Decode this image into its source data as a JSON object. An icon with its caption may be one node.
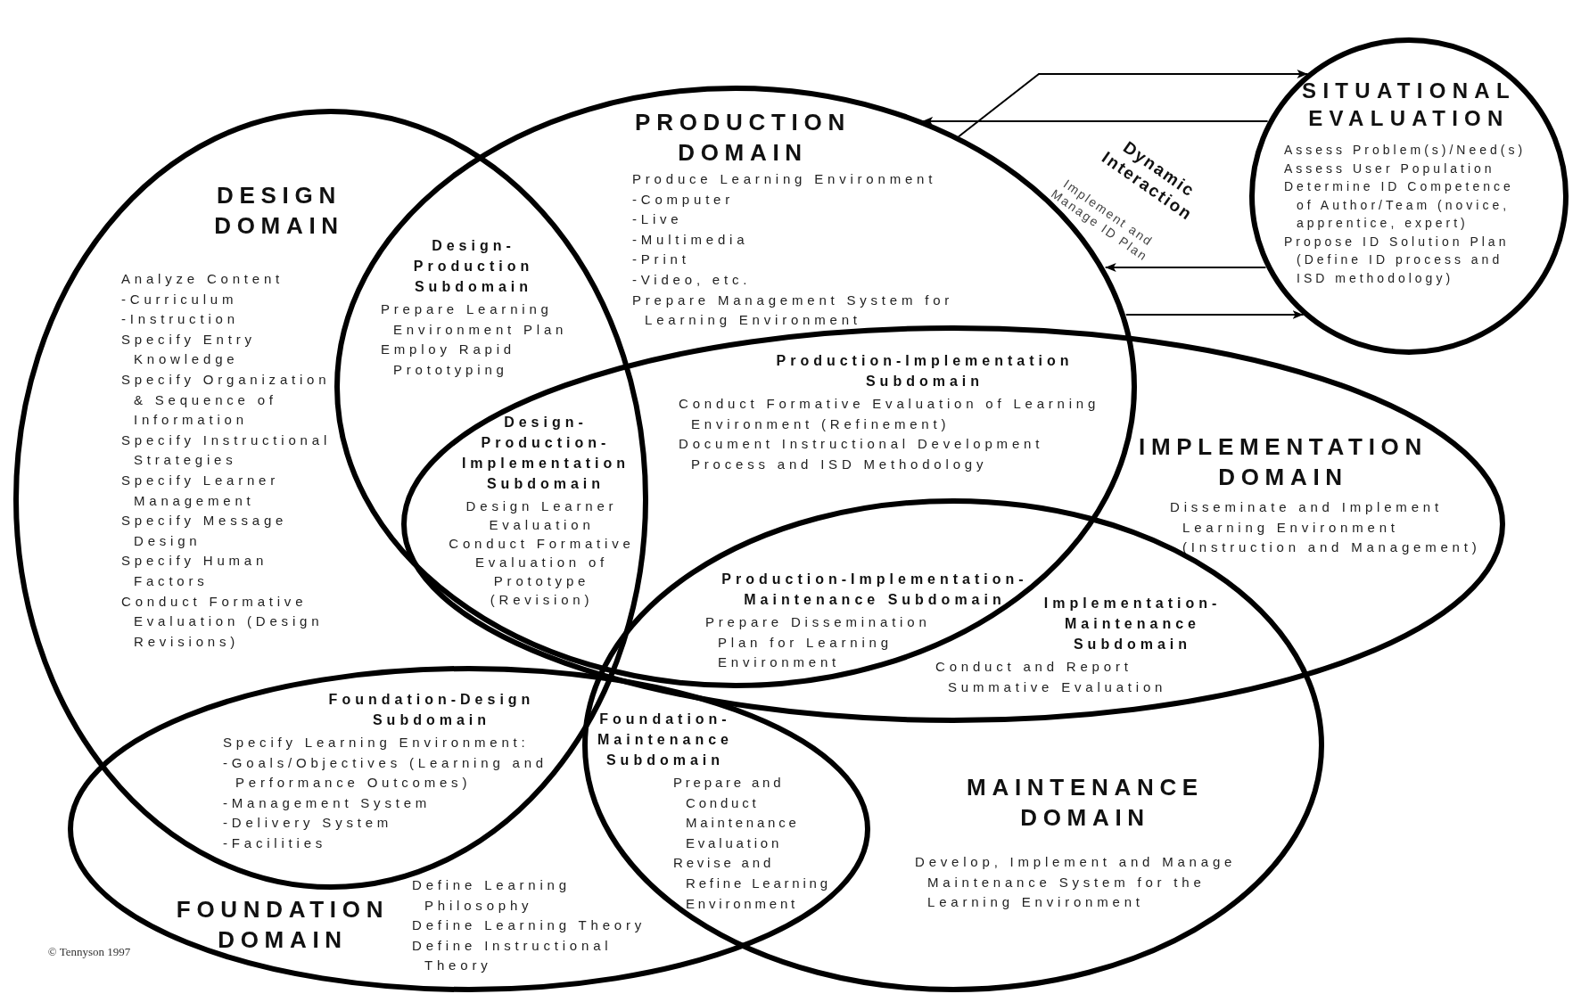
{
  "diagram": {
    "nodes": [
      {
        "text": [
          "SITUATIONAL EVALUATION",
          "Assess Problem(s)/Need(s)",
          "Assess User Population",
          "Determine ID Competence of Author/Team (novice, apprentice, expert)",
          "Propose ID Solution Plan (Define ID process and ISD methodology)"
        ]
      },
      {
        "text": [
          "PRODUCTION DOMAIN",
          "Produce Learning Environment",
          "-Computer",
          "-Live",
          "-Multimedia",
          "-Print",
          "-Video, etc.",
          "Prepare Management System for Learning Environment"
        ]
      },
      {
        "text": [
          "DESIGN DOMAIN",
          "Analyze Content",
          "-Curriculum",
          "-Instruction",
          "Specify Entry Knowledge",
          "Specify Organization & Sequence of Information",
          "Specify Instructional Strategies",
          "Specify Learner Management",
          "Specify Message Design",
          "Specify Human Factors",
          "Conduct Formative Evaluation (Design Revisions)"
        ]
      },
      {
        "text": [
          "Design- Production Subdomain",
          "Prepare Learning Environment Plan",
          "Employ Rapid Prototyping"
        ]
      },
      {
        "text": [
          "Production-Implementation Subdomain",
          "Conduct Formative Evaluation of Learning Environment (Refinement)",
          "Document Instructional Development Process and ISD Methodology"
        ]
      },
      {
        "text": [
          "Design- Production- Implementation Subdomain",
          "Design Learner Evaluation",
          "Conduct Formative Evaluation of Prototype (Revision)"
        ]
      },
      {
        "text": [
          "IMPLEMENTATION DOMAIN",
          "Disseminate and Implement Learning Environment (Instruction and Management)"
        ]
      },
      {
        "text": [
          "Production-Implementation- Maintenance Subdomain",
          "Prepare Dissemination Plan for Learning Environment"
        ]
      },
      {
        "text": [
          "Implementation- Maintenance Subdomain",
          "Conduct and Report Summative Evaluation"
        ]
      },
      {
        "text": [
          "Foundation-Design Subdomain",
          "Specify Learning Environment:",
          "-Goals/Objectives (Learning and Performance Outcomes)",
          "-Management System",
          "-Delivery System",
          "-Facilities"
        ]
      },
      {
        "text": [
          "Foundation- Maintenance Subdomain",
          "Prepare and Conduct Maintenance Evaluation",
          "Revise and Refine Learning Environment"
        ]
      },
      {
        "text": [
          "MAINTENANCE DOMAIN",
          "Develop, Implement and Manage Maintenance System for the Learning Environment"
        ]
      },
      {
        "text": [
          "FOUNDATION DOMAIN",
          "Define Learning Philosophy",
          "Define Learning Theory",
          "Define Instructional Theory"
        ]
      }
    ],
    "edges": [
      {
        "from": 1,
        "to": 0,
        "arrow": "to"
      },
      {
        "from": 0,
        "to": 1,
        "arrow": "to"
      },
      {
        "from": 0,
        "to": 1,
        "arrow": "to"
      },
      {
        "from": 1,
        "to": 0,
        "arrow": "to"
      }
    ],
    "labels": [
      "Dynamic Interaction",
      "Implement and Manage ID Plan",
      "© Tennyson 1997"
    ]
  }
}
